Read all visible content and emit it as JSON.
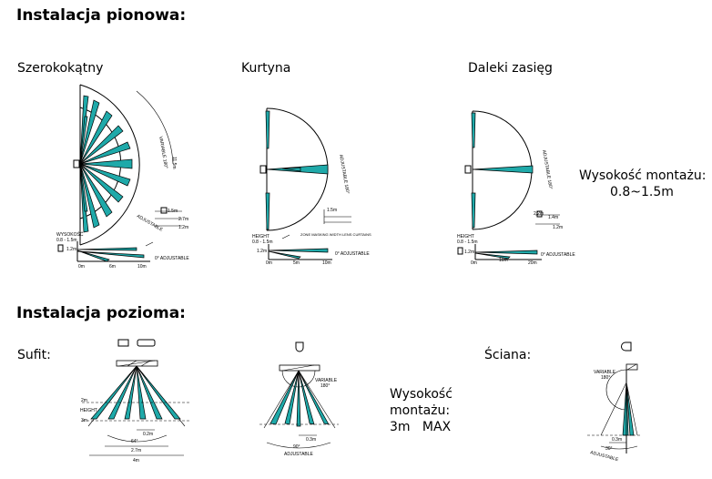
{
  "vertical": {
    "title": "Instalacja pionowa:",
    "diagrams": [
      {
        "label": "Szerokokątny",
        "annotations": {
          "arc": "VARIABLE 180°",
          "range": "11.5m",
          "adjustable": "ADJUSTABLE",
          "height_label": "WYSOKOŚĆ",
          "height_range": "0.8 - 1.5m",
          "h_mount": "1.2m",
          "h_a": "1.5m",
          "h_b": "2.7m",
          "h_c": "1.2m",
          "tilt": "0° ADJUSTABLE",
          "x0": "0m",
          "x1": "6m",
          "x2": "10m"
        }
      },
      {
        "label": "Kurtyna",
        "annotations": {
          "arc": "ADJUSTABLE 180°",
          "note": "ZONE MASKING WIDTH LENS CURTAINS",
          "height_label": "HEIGHT",
          "height_range": "0.8 - 1.5m",
          "h_mount": "1.2m",
          "h_a": "1.5m",
          "tilt": "0° ADJUSTABLE",
          "x0": "0m",
          "x1": "5m",
          "x2": "10m"
        }
      },
      {
        "label": "Daleki zasięg",
        "annotations": {
          "arc": "ADJUSTABLE 180°",
          "height_label": "HEIGHT",
          "height_range": "0.8 - 1.5m",
          "h_mount": "1.2m",
          "h_a": "2.2m",
          "h_b": "1.4m",
          "h_c": "1.2m",
          "tilt": "0° ADJUSTABLE",
          "x0": "0m",
          "x1": "10m",
          "x2": "20m"
        }
      }
    ],
    "mount_note": {
      "line1": "Wysokość montażu:",
      "line2": "0.8~1.5m"
    }
  },
  "horizontal": {
    "title": "Instalacja pozioma:",
    "ceiling_label": "Sufit:",
    "wall_label": "Ściana:",
    "ceiling": {
      "h2": "2m",
      "height": "HEIGHT",
      "h3": "3m",
      "w_a": "0.2m",
      "w_b": "64°",
      "w_c": "2.7m",
      "w_d": "4m"
    },
    "middle": {
      "variable": "VARIABLE",
      "deg": "180°",
      "w_a": "0.3m",
      "w_b": "90°",
      "adjustable": "ADJUSTABLE"
    },
    "mount_note": {
      "line1": "Wysokość",
      "line2": "montażu:",
      "line3": "3m   MAX"
    },
    "wall": {
      "variable": "VARIABLE",
      "deg": "180°",
      "w_a": "0.3m",
      "w_b": "30°",
      "adjustable": "ADJUSTABLE"
    }
  },
  "colors": {
    "beam": "#1fa9a9",
    "line": "#000000"
  }
}
